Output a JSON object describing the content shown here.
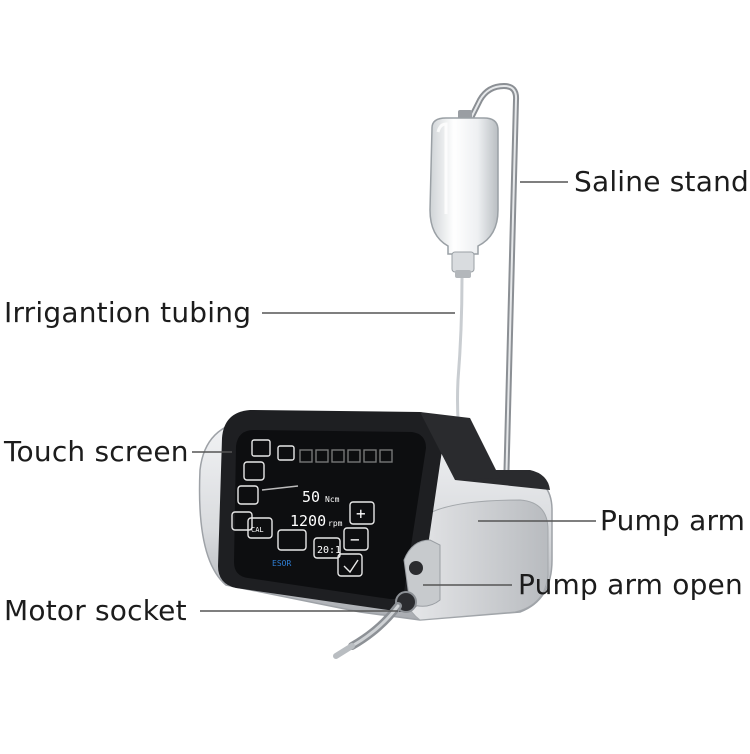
{
  "labels": {
    "saline_stand": "Saline stand",
    "irrigation_tubing": "Irrigantion tubing",
    "touch_screen": "Touch screen",
    "pump_arm": "Pump arm",
    "pump_arm_open": "Pump arm open",
    "motor_socket": "Motor socket"
  },
  "screen": {
    "torque_value": "50",
    "torque_unit": "Ncm",
    "speed_value": "1200",
    "speed_unit": "rpm",
    "ratio": "20:1",
    "cal_label": "CAL",
    "plus_symbol": "+",
    "minus_symbol": "−",
    "brand": "ESOR"
  },
  "colors": {
    "body": "#d7d9dc",
    "screen_bezel": "#1e1f22",
    "accent": "#2f7fd6"
  }
}
